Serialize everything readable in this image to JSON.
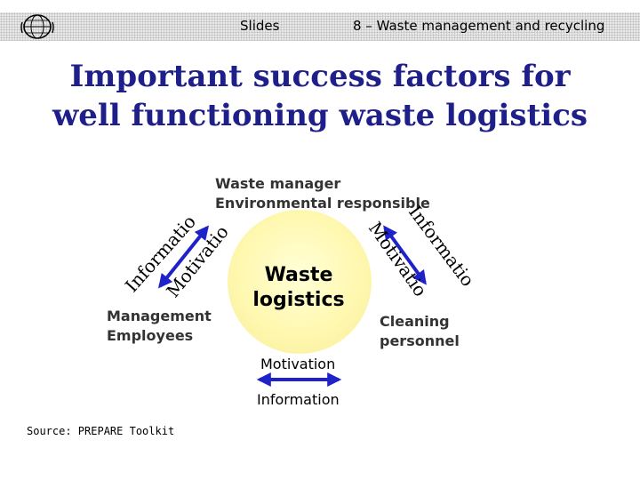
{
  "header": {
    "logo": "unido-emblem-icon",
    "slides_label": "Slides",
    "module_label": "8 – Waste management and recycling"
  },
  "title": {
    "line1": "Important success factors for",
    "line2": "well functioning waste logistics"
  },
  "diagram": {
    "center": {
      "line1": "Waste",
      "line2": "logistics"
    },
    "top_actor": {
      "line1": "Waste manager",
      "line2": "Environmental responsible"
    },
    "left_actor": {
      "line1": "Management",
      "line2": "Employees"
    },
    "right_actor": {
      "line1": "Cleaning",
      "line2": "personnel"
    },
    "left_outer_arc": "Information",
    "left_inner_arc": "Motivation",
    "right_outer_arc": "Information",
    "right_inner_arc": "Motivation",
    "bottom_motivation": "Motivation",
    "bottom_information": "Information",
    "arrow_color": "#1e22c8",
    "circle_color": "#fff8b0"
  },
  "source": "Source: PREPARE Toolkit"
}
